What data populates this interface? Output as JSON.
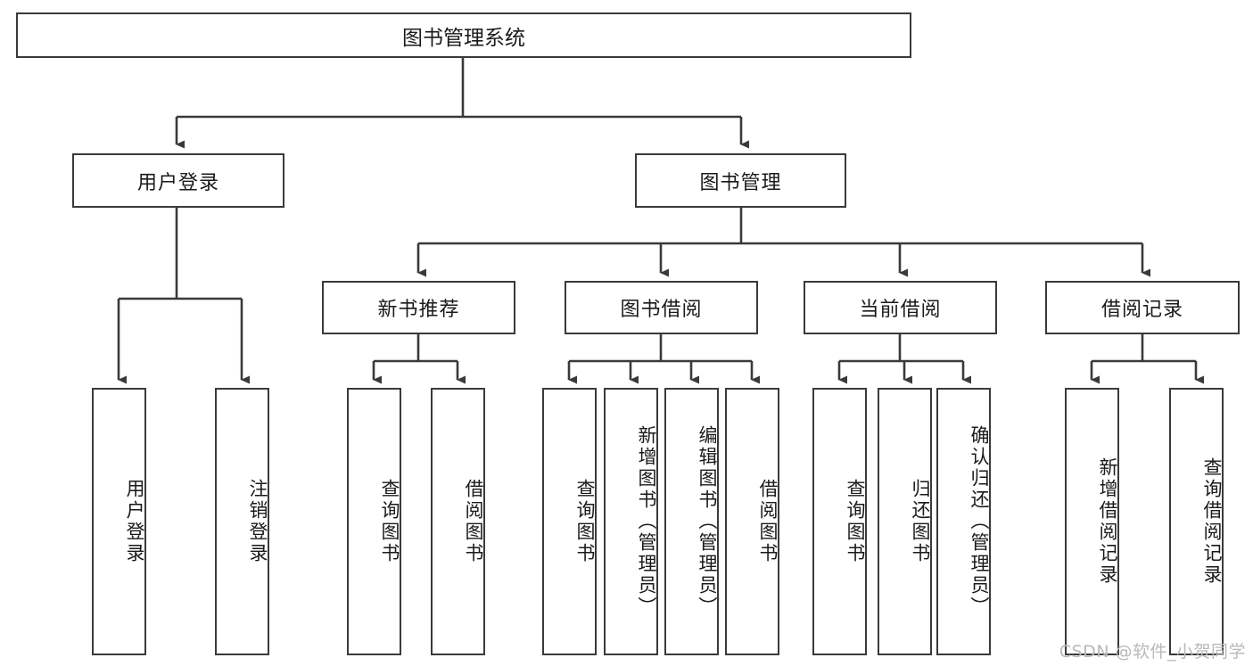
{
  "diagram": {
    "title": "图书管理系统",
    "type": "tree",
    "root": {
      "label": "图书管理系统"
    },
    "level2": [
      {
        "label": "用户登录"
      },
      {
        "label": "图书管理"
      }
    ],
    "level3": [
      {
        "label": "新书推荐"
      },
      {
        "label": "图书借阅"
      },
      {
        "label": "当前借阅"
      },
      {
        "label": "借阅记录"
      }
    ],
    "leaves": {
      "user_login": [
        {
          "label": "用户登录"
        },
        {
          "label": "注销登录"
        }
      ],
      "new_book_recommend": [
        {
          "label": "查询图书"
        },
        {
          "label": "借阅图书"
        }
      ],
      "book_borrow": [
        {
          "label": "查询图书"
        },
        {
          "label": "新增图书（管理员）"
        },
        {
          "label": "编辑图书（管理员）"
        },
        {
          "label": "借阅图书"
        }
      ],
      "current_borrow": [
        {
          "label": "查询图书"
        },
        {
          "label": "归还图书"
        },
        {
          "label": "确认归还（管理员）"
        }
      ],
      "borrow_record": [
        {
          "label": "新增借阅记录"
        },
        {
          "label": "查询借阅记录"
        }
      ]
    }
  },
  "watermark": {
    "text": "CSDN @软件_小贺同学"
  },
  "colors": {
    "box_border": "#3a3a3a",
    "background": "#ffffff",
    "text": "#1a1a1a",
    "wire": "#3a3a3a",
    "watermark": "#b9b9b9"
  }
}
